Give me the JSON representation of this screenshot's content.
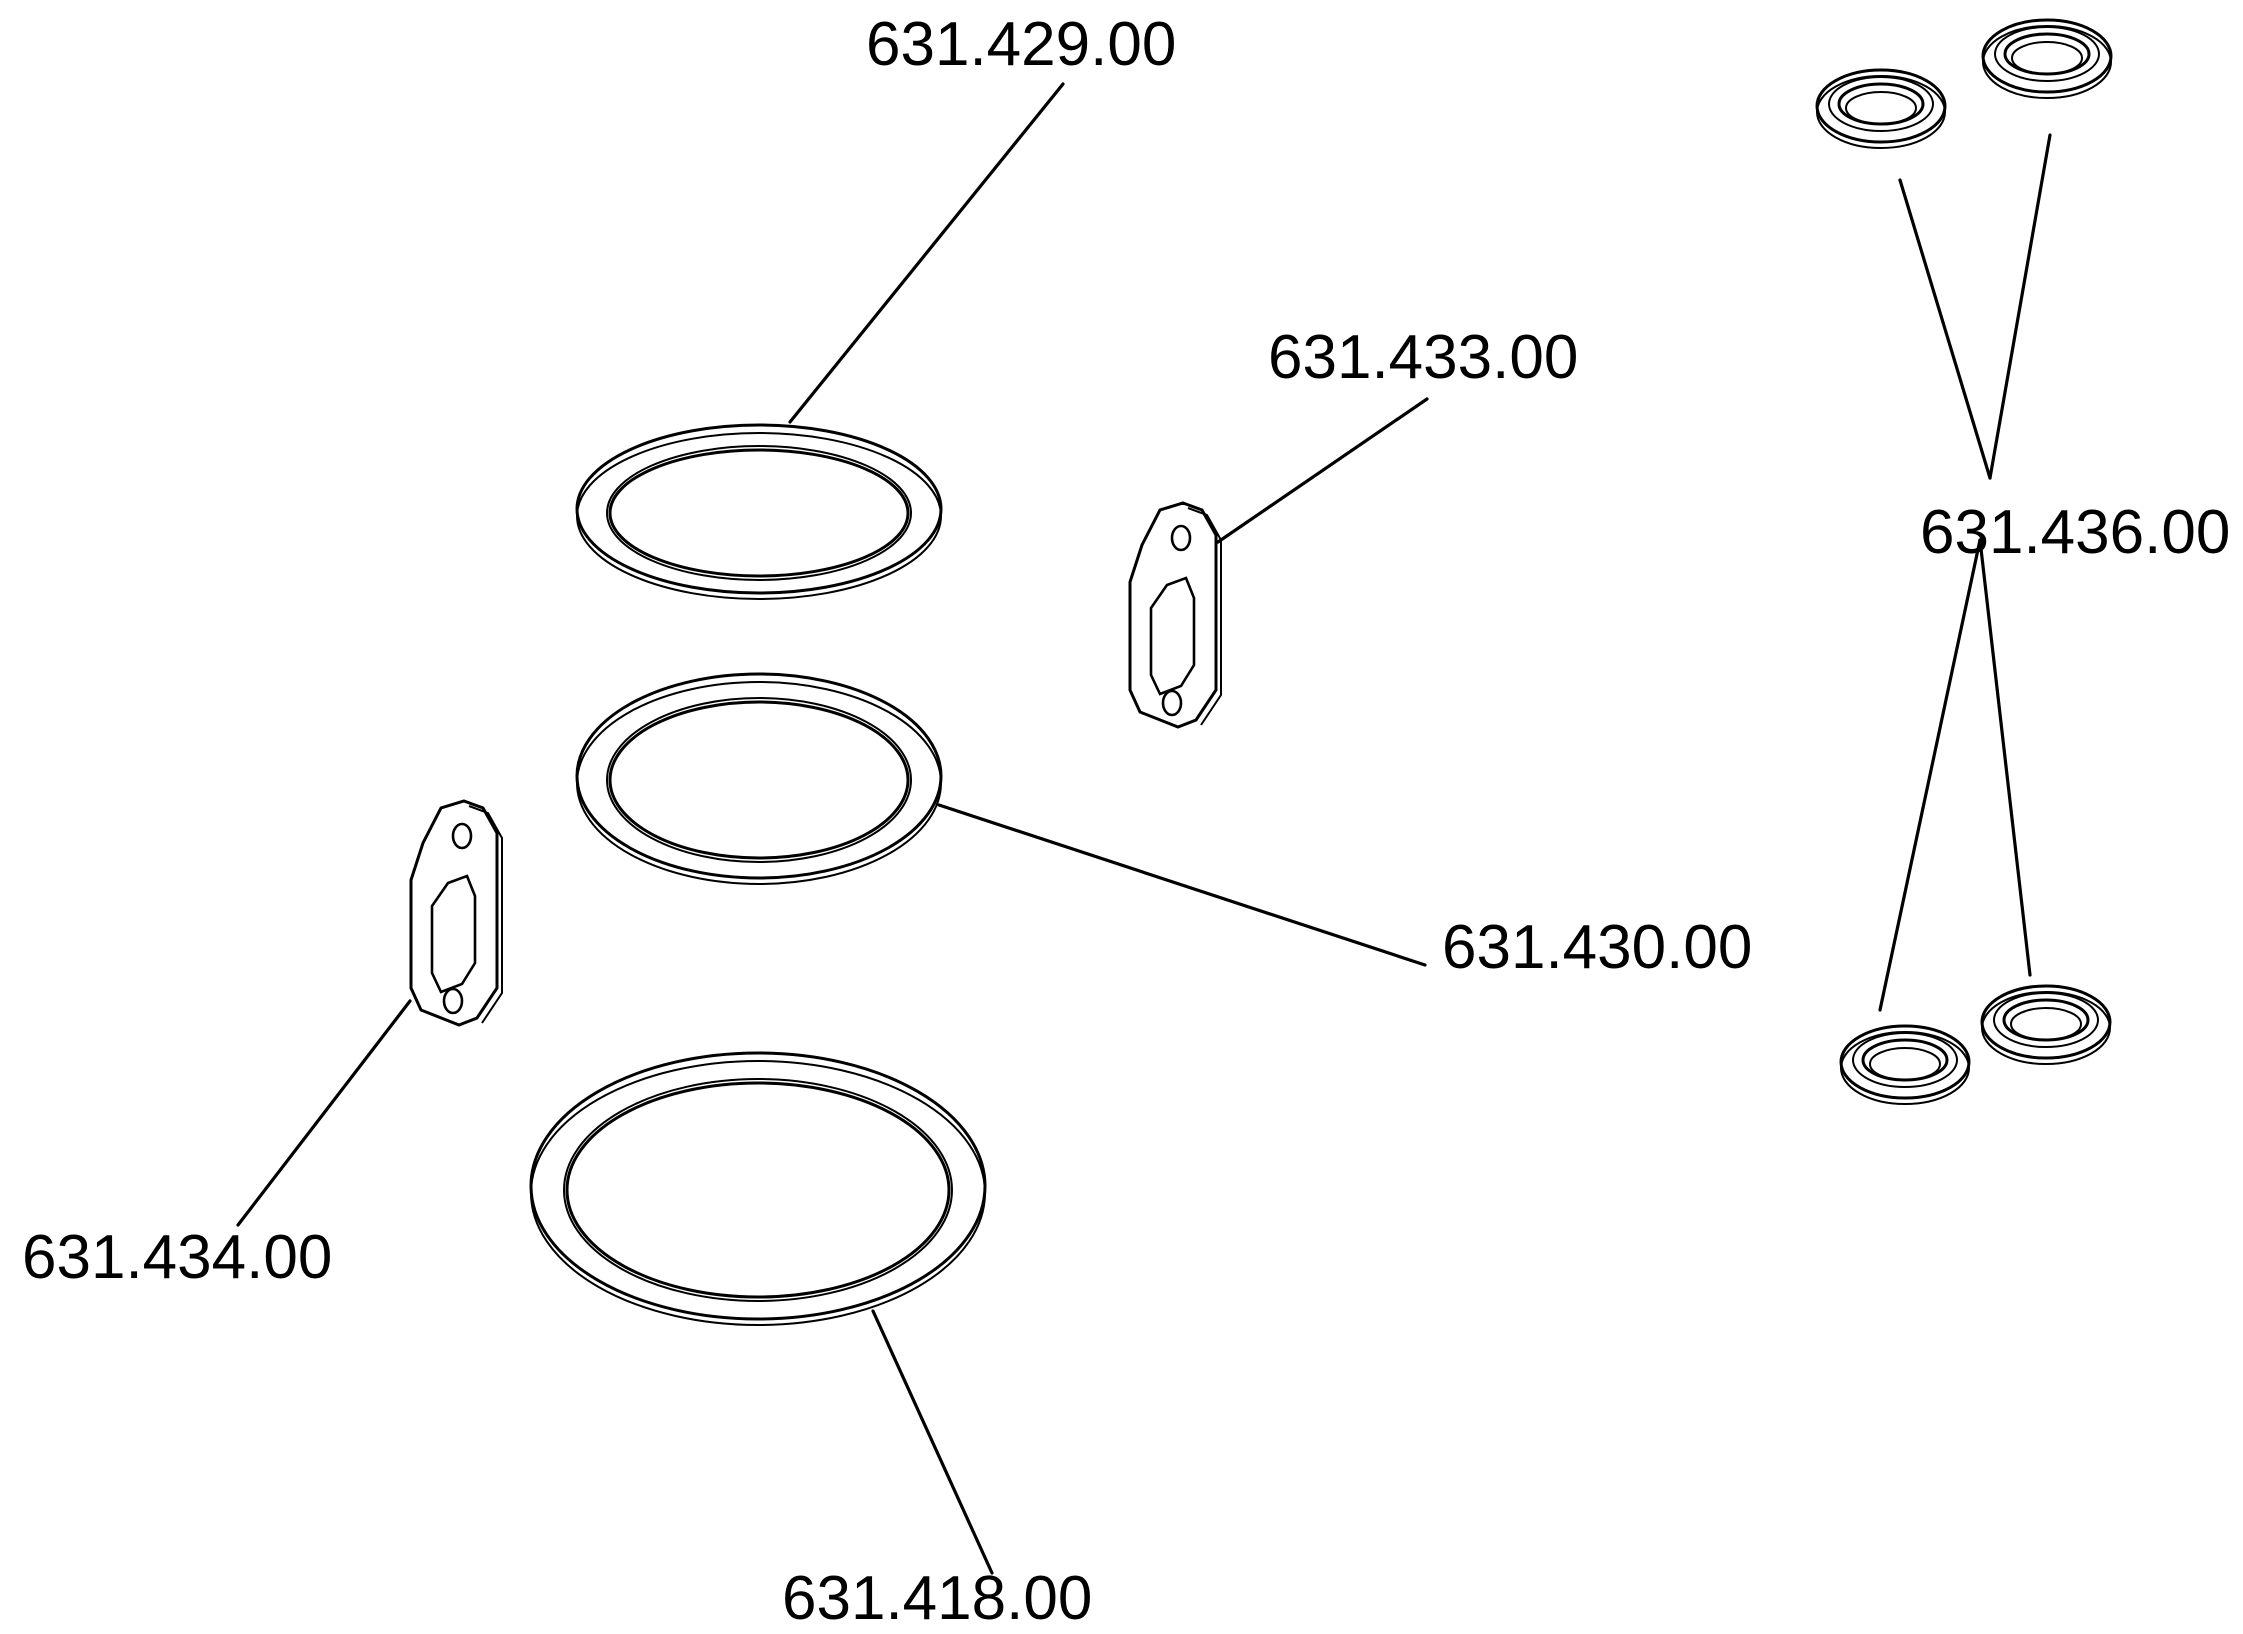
{
  "parts": [
    {
      "id": "gasket-ring-top",
      "part_number": "631.429.00"
    },
    {
      "id": "flange-gasket-right",
      "part_number": "631.433.00"
    },
    {
      "id": "cup-washer-set",
      "part_number": "631.436.00"
    },
    {
      "id": "gasket-ring-middle",
      "part_number": "631.430.00"
    },
    {
      "id": "flange-gasket-left",
      "part_number": "631.434.00"
    },
    {
      "id": "gasket-ring-bottom",
      "part_number": "631.418.00"
    }
  ]
}
